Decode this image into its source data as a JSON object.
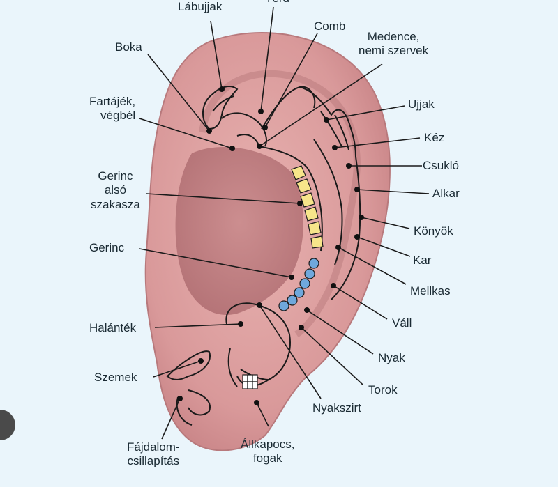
{
  "colors": {
    "background": "#eaf5fb",
    "ear_skin": "#d99a9a",
    "ear_shadow": "#b8797c",
    "spine_lower": "#f7e58a",
    "spine_upper": "#6fa8dc",
    "line": "#1a1a1a"
  },
  "labels": {
    "labujjak": "Lábujjak",
    "terd": "Térd",
    "comb": "Comb",
    "medence": "Medence,\nnemi szervek",
    "boka": "Boka",
    "fartajek": "Fartájék,\nvégbél",
    "ujjak": "Ujjak",
    "kez": "Kéz",
    "csuklo": "Csukló",
    "gerinc_also": "Gerinc\nalsó\nszakasza",
    "alkar": "Alkar",
    "konyok": "Könyök",
    "gerinc": "Gerinc",
    "kar": "Kar",
    "mellkas": "Mellkas",
    "valI": "Váll",
    "halantek": "Halánték",
    "nyak": "Nyak",
    "szemek": "Szemek",
    "torok": "Torok",
    "nyakszirt": "Nyakszirt",
    "fajdalom": "Fájdalom-\ncsillapítás",
    "allkapocs": "Állkapocs,\nfogak"
  },
  "icons": {
    "nav_button": "circle-button-icon"
  }
}
